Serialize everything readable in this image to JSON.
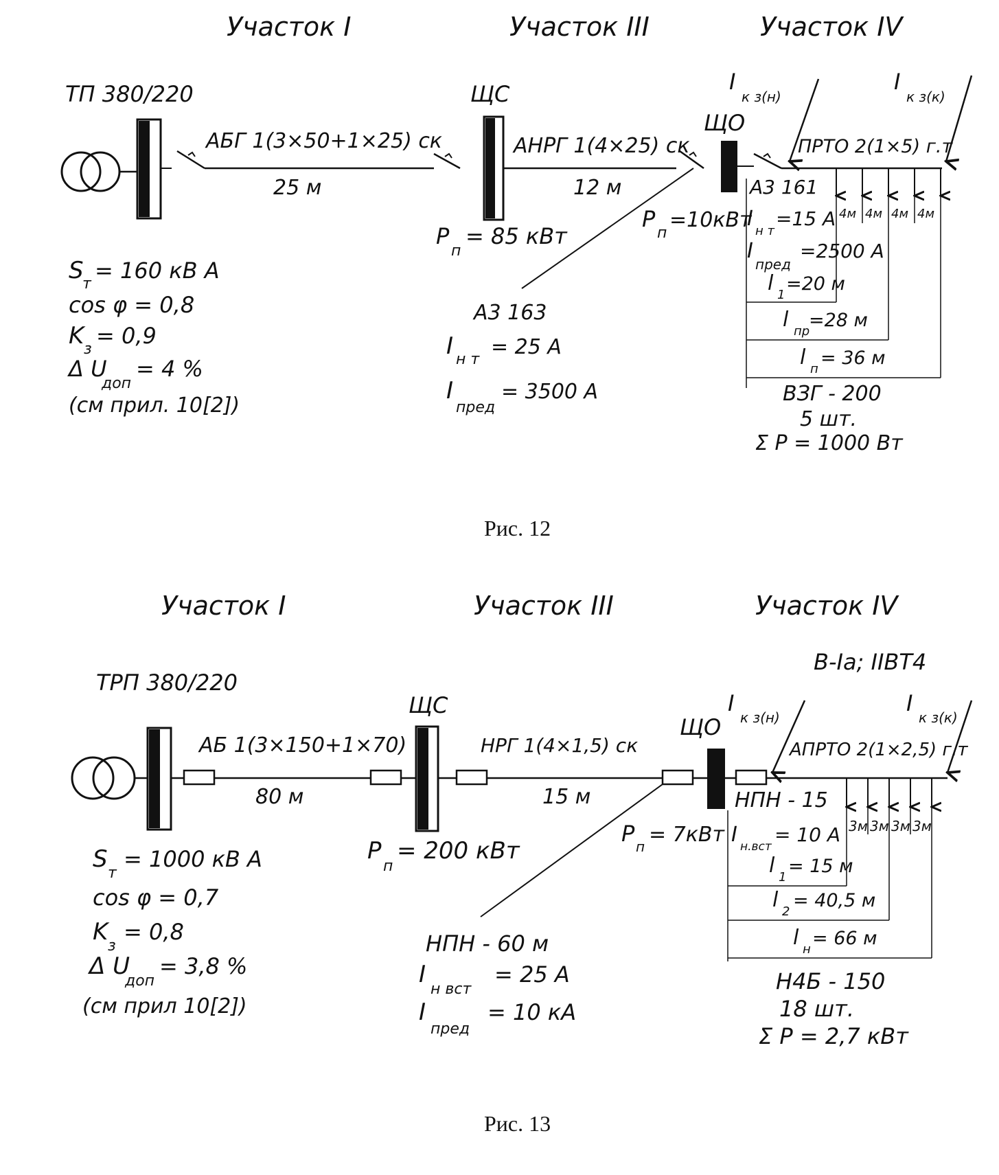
{
  "fig12": {
    "sections": {
      "s1": "Участок I",
      "s3": "Участок III",
      "s4": "Участок IV"
    },
    "source": "ТП 380/220",
    "cable1": "АБГ 1(3×50+1×25) ск",
    "len1": "25 м",
    "board1": "ЩС",
    "p1": "P",
    "p1sub": "п",
    "p1val": "= 85 кВт",
    "cable2": "АНРГ 1(4×25) ск",
    "len2": "12 м",
    "board2": "ЩО",
    "p2": "P",
    "p2sub": "п",
    "p2val": "=10кВт",
    "ikz_n": "I",
    "ikz_n_sub": "к з(н)",
    "ikz_k": "I",
    "ikz_k_sub": "к з(к)",
    "cable3": "ПРТО 2(1×5) г.т",
    "breaker2": "А3 161",
    "breaker2_int_main": "I",
    "breaker2_int_sub": "н т",
    "breaker2_int_val": "=15 А",
    "breaker2_ipred_main": "I",
    "breaker2_ipred_sub": "пред",
    "breaker2_ipred_val": "=2500 А",
    "l1": "l",
    "l1sub": "1",
    "l1val": "=20 м",
    "lpr": "l",
    "lprsub": "пр",
    "lprval": "=28 м",
    "ln": "l",
    "lnsub": "п",
    "lnval": "= 36 м",
    "seg": "4м",
    "lamp": "ВЗГ - 200",
    "lamp_count": "5 шт.",
    "lamp_power": "Σ P = 1000 Вт",
    "breaker1": "А3 163",
    "breaker1_int_main": "I",
    "breaker1_int_sub": "н т",
    "breaker1_int_val": "= 25 А",
    "breaker1_ipred_main": "I",
    "breaker1_ipred_sub": "пред",
    "breaker1_ipred_val": "= 3500 А",
    "params": {
      "st": "S",
      "st_sub": "т",
      "st_val": "= 160 кВ А",
      "cos": "cos φ = 0,8",
      "kz": "K",
      "kz_sub": "з",
      "kz_val": "= 0,9",
      "du": "Δ U",
      "du_sub": "доп",
      "du_val": "= 4 %",
      "ref": "(см прил. 10[2])"
    },
    "caption": "Рис. 12"
  },
  "fig13": {
    "sections": {
      "s1": "Участок I",
      "s3": "Участок III",
      "s4": "Участок IV"
    },
    "zone": "В-Iа; IIВТ4",
    "source": "ТРП 380/220",
    "cable1": "АБ 1(3×150+1×70)",
    "len1": "80 м",
    "board1": "ЩС",
    "p1": "P",
    "p1sub": "п",
    "p1val": "= 200 кВт",
    "cable2": "НРГ 1(4×1,5) ск",
    "len2": "15 м",
    "board2": "ЩО",
    "p2": "P",
    "p2sub": "п",
    "p2val": "= 7кВт",
    "ikz_n": "I",
    "ikz_n_sub": "к з(н)",
    "ikz_k": "I",
    "ikz_k_sub": "к з(к)",
    "cable3": "АПРТО 2(1×2,5) г.т",
    "fuse2": "НПН - 15",
    "fuse2_i_main": "I",
    "fuse2_i_sub": "н.вст",
    "fuse2_i_val": "= 10 А",
    "l1": "l",
    "l1sub": "1",
    "l1val": "= 15 м",
    "l2": "l",
    "l2sub": "2",
    "l2val": "= 40,5 м",
    "ln": "l",
    "lnsub": "н",
    "lnval": "= 66 м",
    "seg": "3м",
    "lamp": "Н4Б - 150",
    "lamp_count": "18 шт.",
    "lamp_power": "Σ P = 2,7 кВт",
    "fuse1": "НПН - 60 м",
    "fuse1_i_main": "I",
    "fuse1_i_sub": "н вст",
    "fuse1_i_val": "= 25 А",
    "fuse1_ipred_main": "I",
    "fuse1_ipred_sub": "пред",
    "fuse1_ipred_val": "= 10 кА",
    "params": {
      "st": "S",
      "st_sub": "т",
      "st_val": "= 1000 кВ А",
      "cos": "cos φ = 0,7",
      "kz": "K",
      "kz_sub": "з",
      "kz_val": "= 0,8",
      "du": "Δ U",
      "du_sub": "доп",
      "du_val": "= 3,8 %",
      "ref": "(см прил 10[2])"
    },
    "caption": "Рис. 13"
  }
}
